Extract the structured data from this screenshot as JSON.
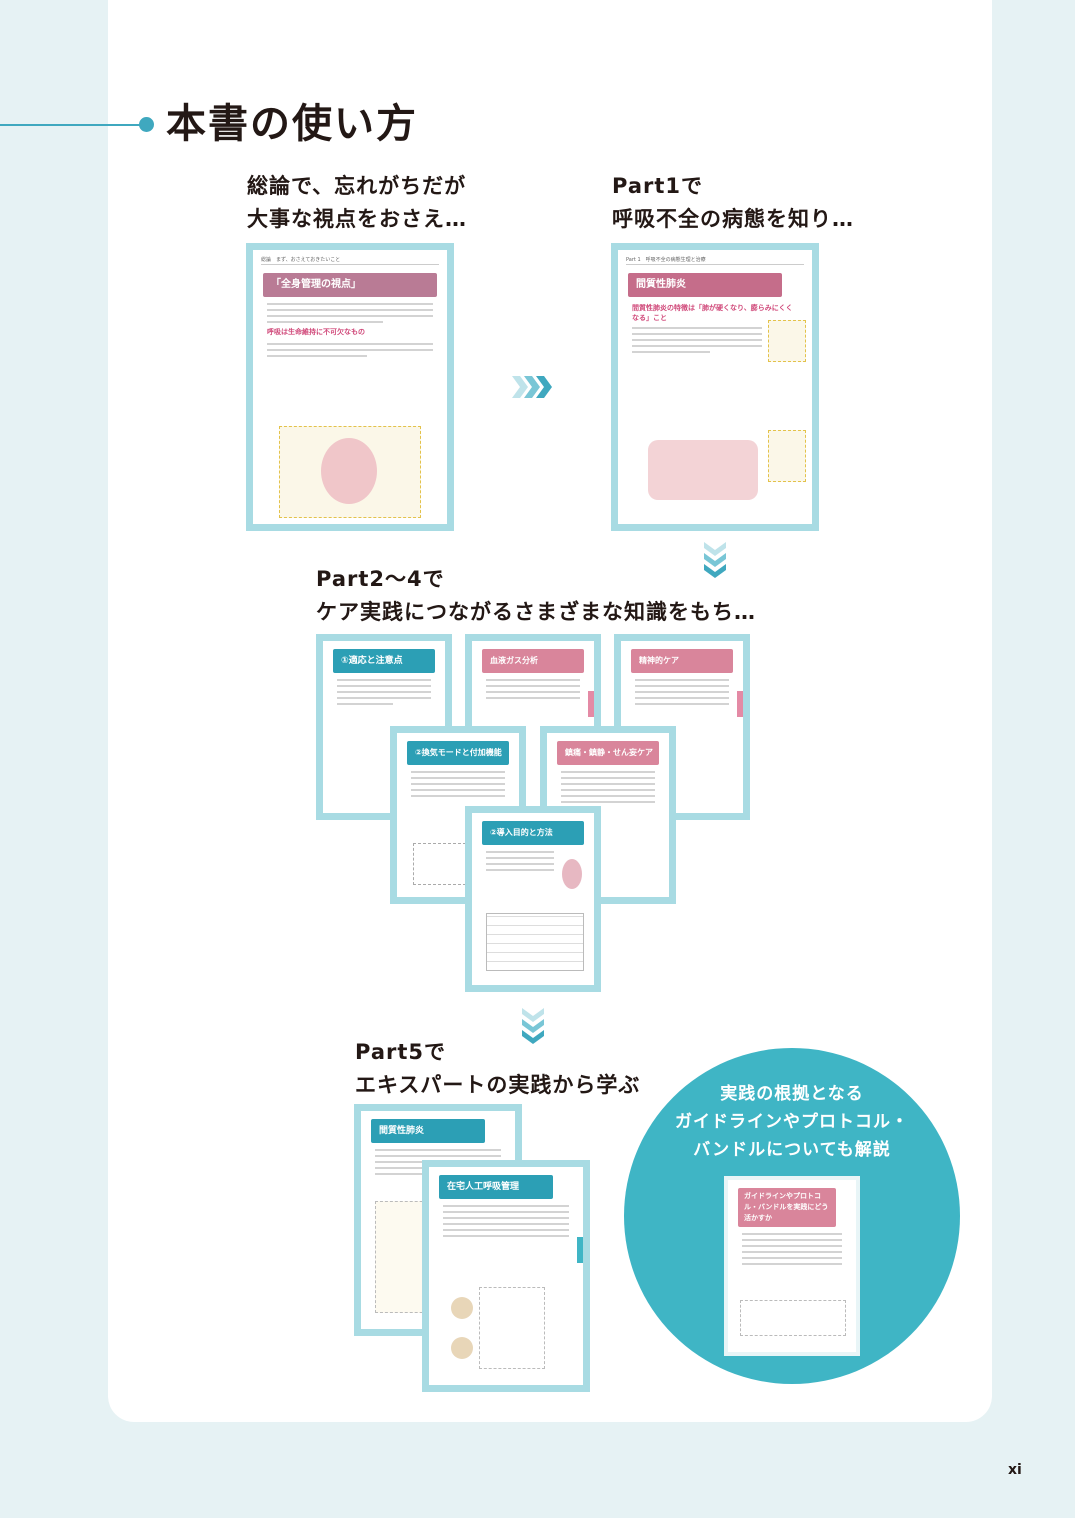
{
  "page": {
    "title": "本書の使い方",
    "page_number": "xi"
  },
  "sections": {
    "overview": {
      "line1": "総論で、忘れがちだが",
      "line2": "大事な視点をおさえ…"
    },
    "part1": {
      "line1": "Part1で",
      "line2": "呼吸不全の病態を知り…"
    },
    "part2_4": {
      "line1": "Part2～4で",
      "line2": "ケア実践につながるさまざまな知識をもち…"
    },
    "part5": {
      "line1": "Part5で",
      "line2": "エキスパートの実践から学ぶ"
    }
  },
  "callout": {
    "line1": "実践の根拠となる",
    "line2": "ガイドラインやプロトコル・",
    "line3": "バンドルについても解説"
  },
  "thumbnails": {
    "overview": {
      "header": "総論　まず、おさえておきたいこと",
      "band": "「全身管理の視点」",
      "sub": "呼吸は生命維持に不可欠なもの"
    },
    "part1": {
      "header": "Part 1　呼吸不全の病態生理と治療",
      "band": "間質性肺炎",
      "sub": "間質性肺炎の特徴は「肺が硬くなり、膨らみにくくなる」こと"
    },
    "p2a": {
      "band": "①適応と注意点"
    },
    "p2b": {
      "band": "血液ガス分析"
    },
    "p2c": {
      "band": "精神的ケア"
    },
    "p2d": {
      "band": "②換気モードと付加機能"
    },
    "p2e": {
      "band": "鎮痛・鎮静・せん妄ケア"
    },
    "p2f": {
      "band": "②導入目的と方法"
    },
    "p5a": {
      "band": "間質性肺炎"
    },
    "p5b": {
      "band": "在宅人工呼吸管理"
    },
    "guide": {
      "band": "ガイドラインやプロトコル・バンドルを実践にどう活かすか"
    }
  },
  "colors": {
    "accent": "#3fb5c5",
    "thumb_border": "#a8dbe3",
    "background": "#e6f2f4"
  }
}
